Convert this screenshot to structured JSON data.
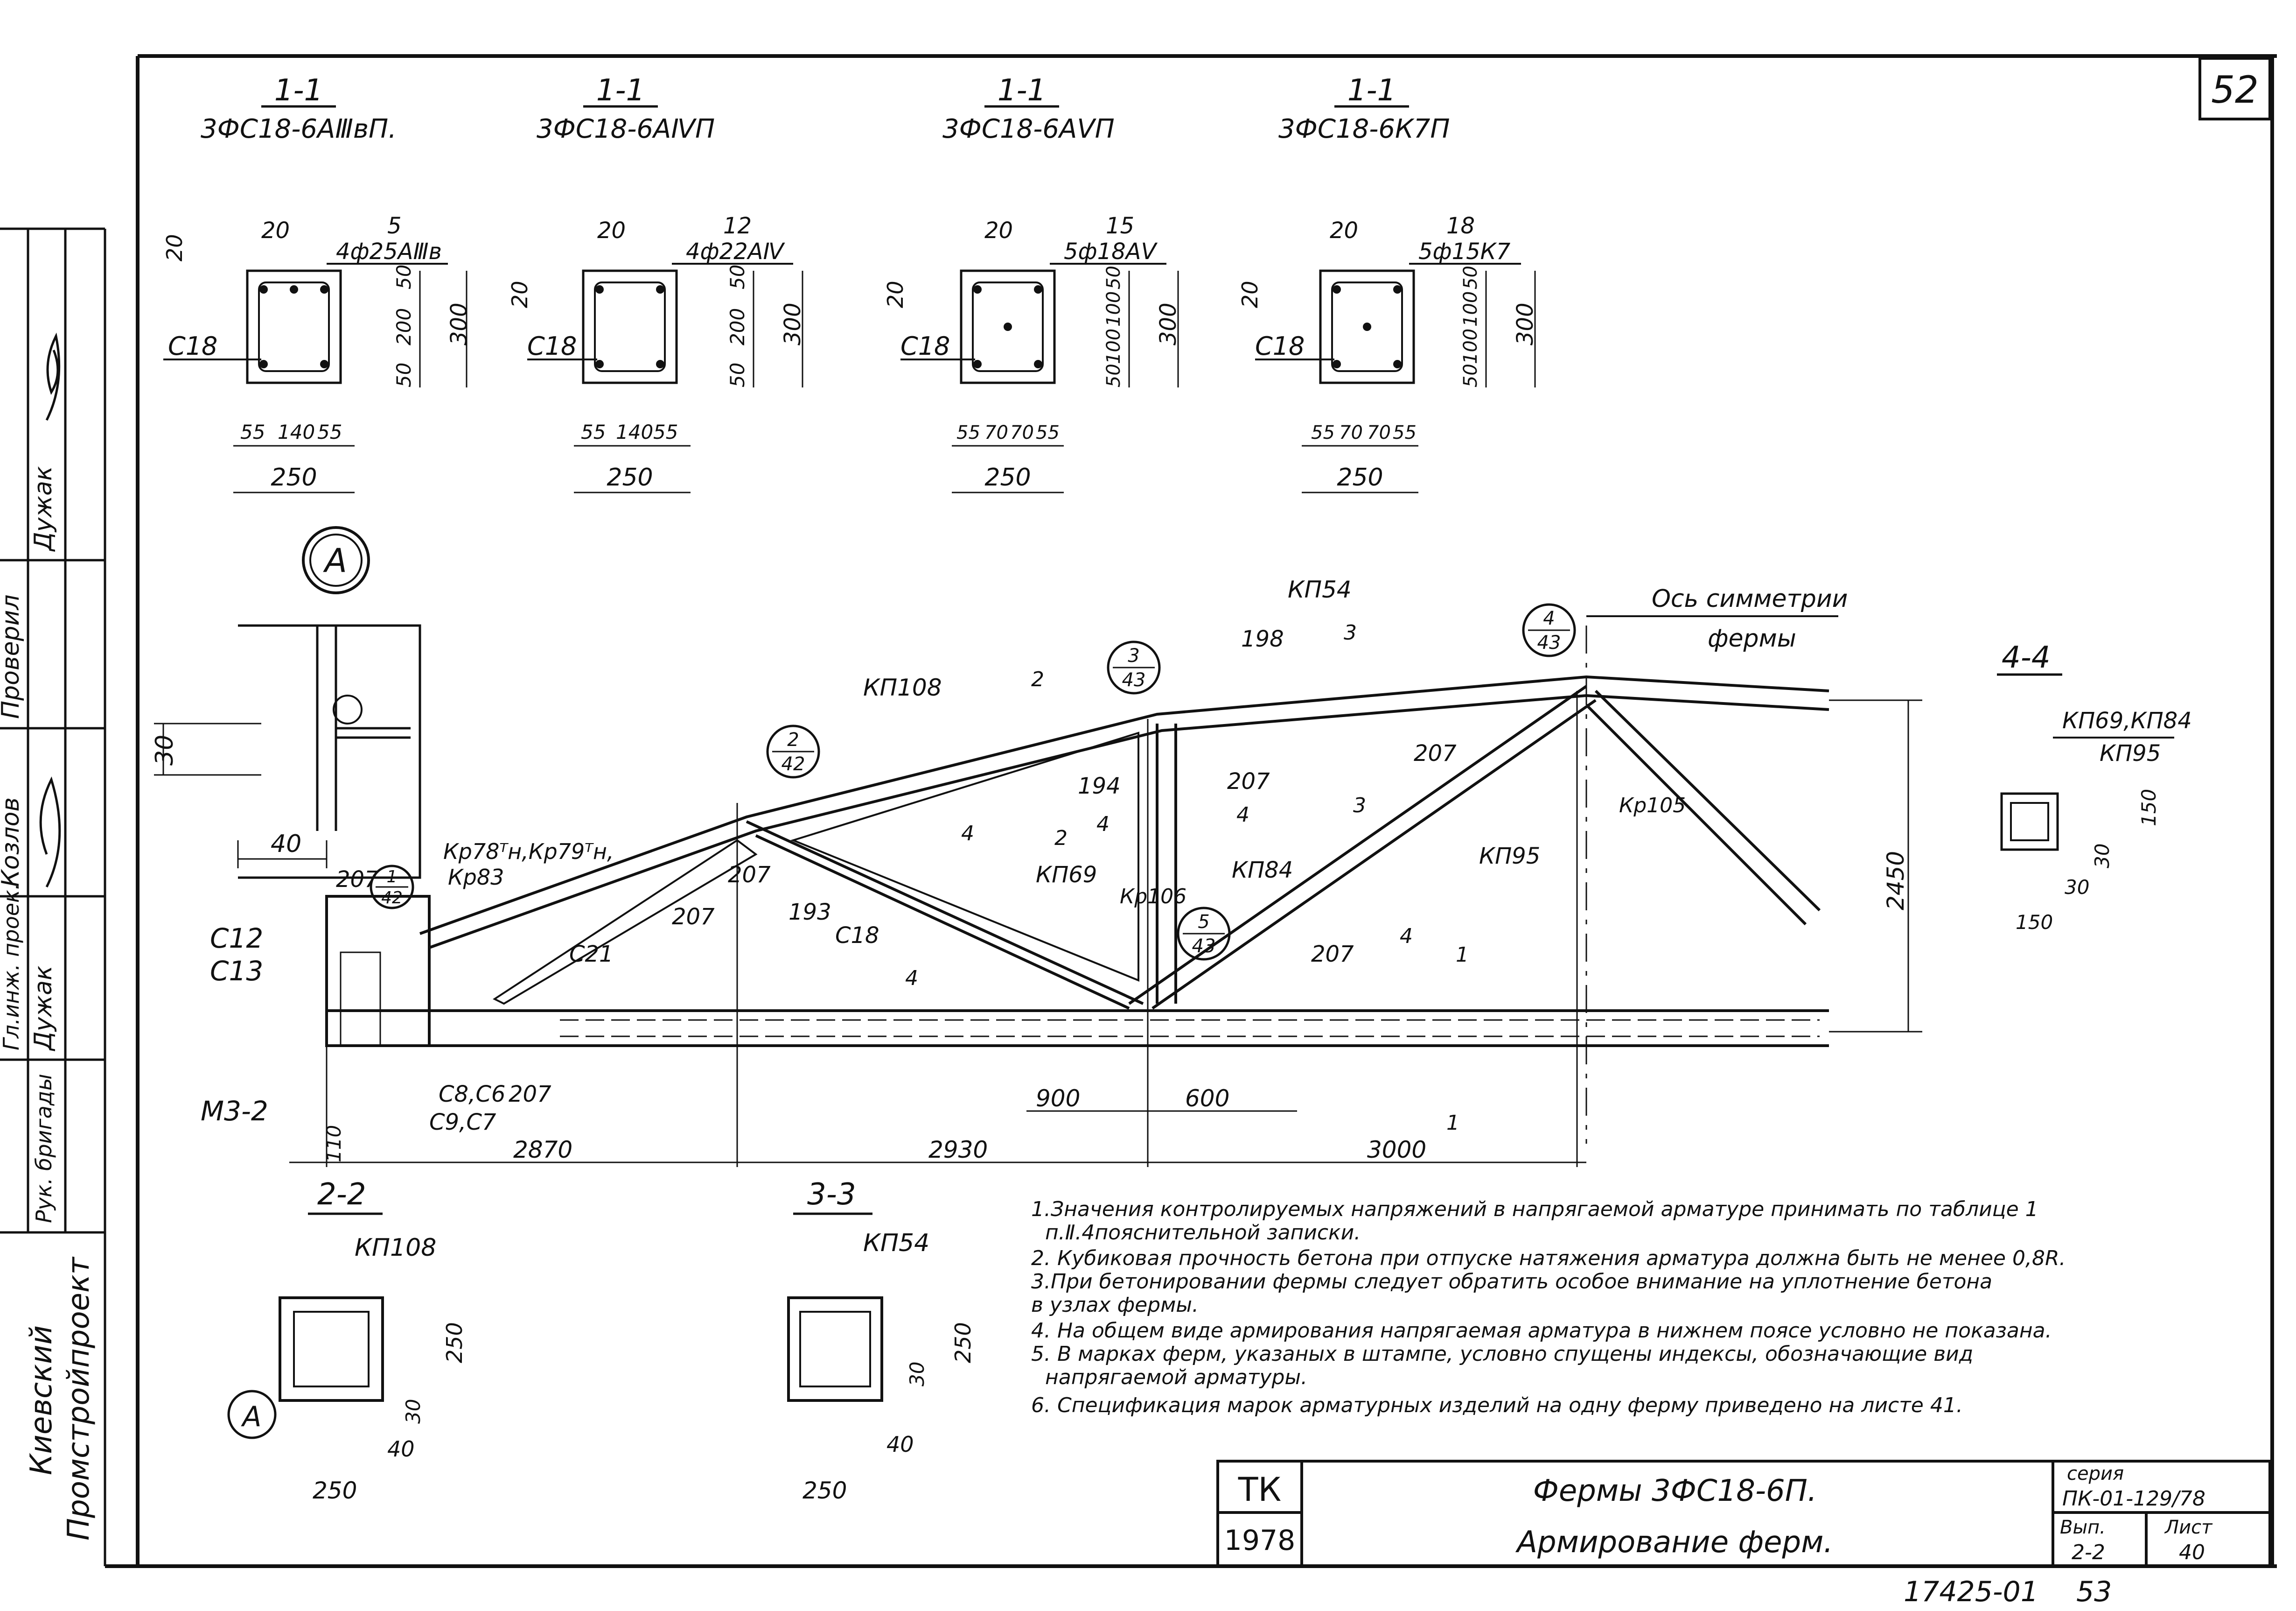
{
  "sheet_number": "52",
  "bottom_code": "17425-01",
  "bottom_page": "53",
  "sections": [
    {
      "title": "1-1",
      "mark": "3ФС18-6AⅢвП.",
      "callout_no": "20",
      "callout_pos": "5",
      "callout_bar": "4ф25AⅢв",
      "left_dim": "20",
      "right_dims": [
        "50",
        "200",
        "50"
      ],
      "height": "300",
      "bottom_dims": [
        "55",
        "140",
        "55"
      ],
      "width": "250",
      "stirrup": "С18"
    },
    {
      "title": "1-1",
      "mark": "3ФС18-6AⅣП",
      "callout_no": "20",
      "callout_pos": "12",
      "callout_bar": "4ф22AⅣ",
      "left_dim": "20",
      "right_dims": [
        "50",
        "200",
        "50"
      ],
      "height": "300",
      "bottom_dims": [
        "55",
        "140",
        "55"
      ],
      "width": "250",
      "stirrup": "С18"
    },
    {
      "title": "1-1",
      "mark": "3ФС18-6AⅤП",
      "callout_no": "20",
      "callout_pos": "15",
      "callout_bar": "5ф18AⅤ",
      "left_dim": "20",
      "right_dims": [
        "50",
        "100",
        "100",
        "50"
      ],
      "height": "300",
      "bottom_dims": [
        "55",
        "70",
        "70",
        "55"
      ],
      "width": "250",
      "stirrup": "С18"
    },
    {
      "title": "1-1",
      "mark": "3ФС18-6К7П",
      "callout_no": "20",
      "callout_pos": "18",
      "callout_bar": "5ф15К7",
      "left_dim": "20",
      "right_dims": [
        "50",
        "100",
        "100",
        "50"
      ],
      "height": "300",
      "bottom_dims": [
        "55",
        "70",
        "70",
        "55"
      ],
      "width": "250",
      "stirrup": "С18"
    }
  ],
  "detail_a": {
    "label": "А",
    "dim_height": "30",
    "dim_width": "40"
  },
  "truss": {
    "markers": [
      {
        "top": "1",
        "bottom": "42"
      },
      {
        "top": "2",
        "bottom": "42"
      },
      {
        "top": "3",
        "bottom": "43"
      },
      {
        "top": "4",
        "bottom": "43"
      },
      {
        "top": "5",
        "bottom": "43"
      }
    ],
    "symmetry_axis": [
      "Ось симметрии",
      "фермы"
    ],
    "labels": [
      "КП54",
      "КП108",
      "198",
      "194",
      "207",
      "207",
      "207",
      "207",
      "207",
      "Кр105",
      "КП95",
      "КП84",
      "КП69",
      "Кр106",
      "193",
      "С18",
      "С21",
      "207",
      "Кр78ᵀн,Кр79ᵀн,",
      "Кр83",
      "С12",
      "С13",
      "М3-2",
      "С8,С6",
      "С9,С7",
      "207"
    ],
    "cut_marks": [
      "2",
      "2",
      "3",
      "3",
      "4",
      "4",
      "4",
      "4",
      "1",
      "1",
      "4"
    ],
    "dims": {
      "d110": "110",
      "d2870": "2870",
      "d2930": "2930",
      "d3000": "3000",
      "d900": "900",
      "d600": "600",
      "height": "2450"
    }
  },
  "section_44": {
    "title": "4-4",
    "marks": [
      "КП69,КП84",
      "КП95"
    ],
    "dims": [
      "150",
      "30",
      "30",
      "150"
    ]
  },
  "section_22": {
    "title": "2-2",
    "mark": "КП108",
    "dims": [
      "250",
      "30",
      "40",
      "250"
    ],
    "label": "А"
  },
  "section_33": {
    "title": "3-3",
    "mark": "КП54",
    "dims": [
      "250",
      "30",
      "40",
      "250"
    ]
  },
  "notes": [
    "1.Значения контролируемых напряжений в напрягаемой арматуре принимать по таблице 1",
    "п.Ⅱ.4пояснительной записки.",
    "2. Кубиковая прочность бетона при отпуске натяжения арматура должна быть не менее 0,8R.",
    "3.При бетонировании фермы следует обратить особое внимание на уплотнение бетона",
    "в узлах фермы.",
    "4. На общем виде армирования напрягаемая арматура в нижнем поясе условно не показана.",
    "5. В марках ферм, указаных в штампе, условно спущены индексы, обозначающие вид",
    "напрягаемой арматуры.",
    "6. Спецификация марок арматурных изделий на одну ферму приведено на листе 41."
  ],
  "title_block": {
    "org": "ТК",
    "year": "1978",
    "name": "Фермы 3ФС18-6П.",
    "subtitle": "Армирование ферм.",
    "series_label": "серия",
    "series": "ПК-01-129/78",
    "issue_label": "Вып.",
    "issue": "2-2",
    "sheet_label": "Лист",
    "sheet": "40"
  },
  "side_stamp": {
    "roles": [
      "Рук. бригады",
      "Гл.инж. проек.",
      "Проверил"
    ],
    "names": [
      "Дужак",
      "Козлов",
      "Дужак"
    ],
    "org": [
      "Киевский",
      "Промстройпроект"
    ]
  }
}
